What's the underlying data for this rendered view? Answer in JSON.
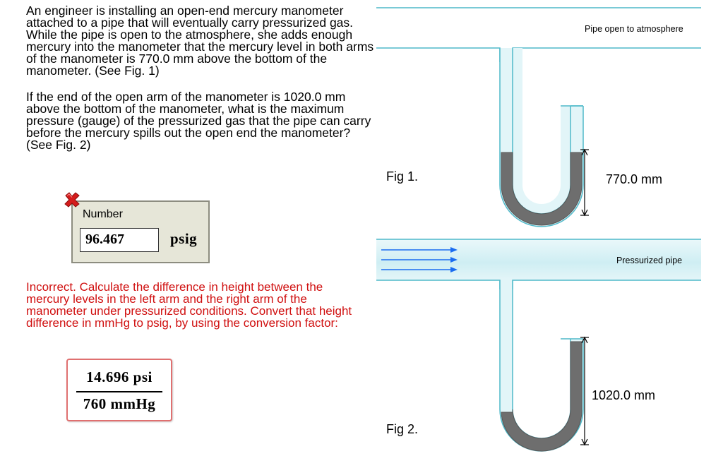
{
  "problem": {
    "paragraph1": "An engineer is installing an open-end mercury manometer attached to a pipe that will eventually carry pressurized gas. While the pipe is open to the atmosphere, she adds enough mercury into the manometer that the mercury level in both arms of the manometer is 770.0 mm above the bottom of the manometer. (See Fig. 1)",
    "paragraph2": "If the end of the open arm of the manometer is 1020.0 mm above the bottom of the manometer, what is the maximum pressure (gauge) of the pressurized gas that the pipe can carry before the mercury spills out the open end the manometer? (See Fig. 2)"
  },
  "answer": {
    "label": "Number",
    "value": "96.467",
    "unit": "psig",
    "status_icon": "incorrect-x-icon"
  },
  "feedback": {
    "text": "Incorrect. Calculate the difference in height between the mercury levels in the left arm and the right arm of the manometer under pressurized conditions. Convert that height difference in mmHg to psig, by using the conversion factor:"
  },
  "conversion_factor": {
    "numerator": "14.696 psi",
    "denominator": "760 mmHg"
  },
  "fig1": {
    "label": "Fig 1.",
    "pipe_label": "Pipe open to atmosphere",
    "dimension": "770.0 mm"
  },
  "fig2": {
    "label": "Fig 2.",
    "pipe_label": "Pressurized pipe",
    "dimension": "1020.0 mm"
  },
  "colors": {
    "feedback_text": "#d01010",
    "mercury": "#6e6e6e",
    "pipe_line": "#4fb9c9",
    "pipe_fill": "#dff3f6",
    "flow_arrow": "#1a6cf0",
    "answer_box": "#e6e6d8"
  }
}
